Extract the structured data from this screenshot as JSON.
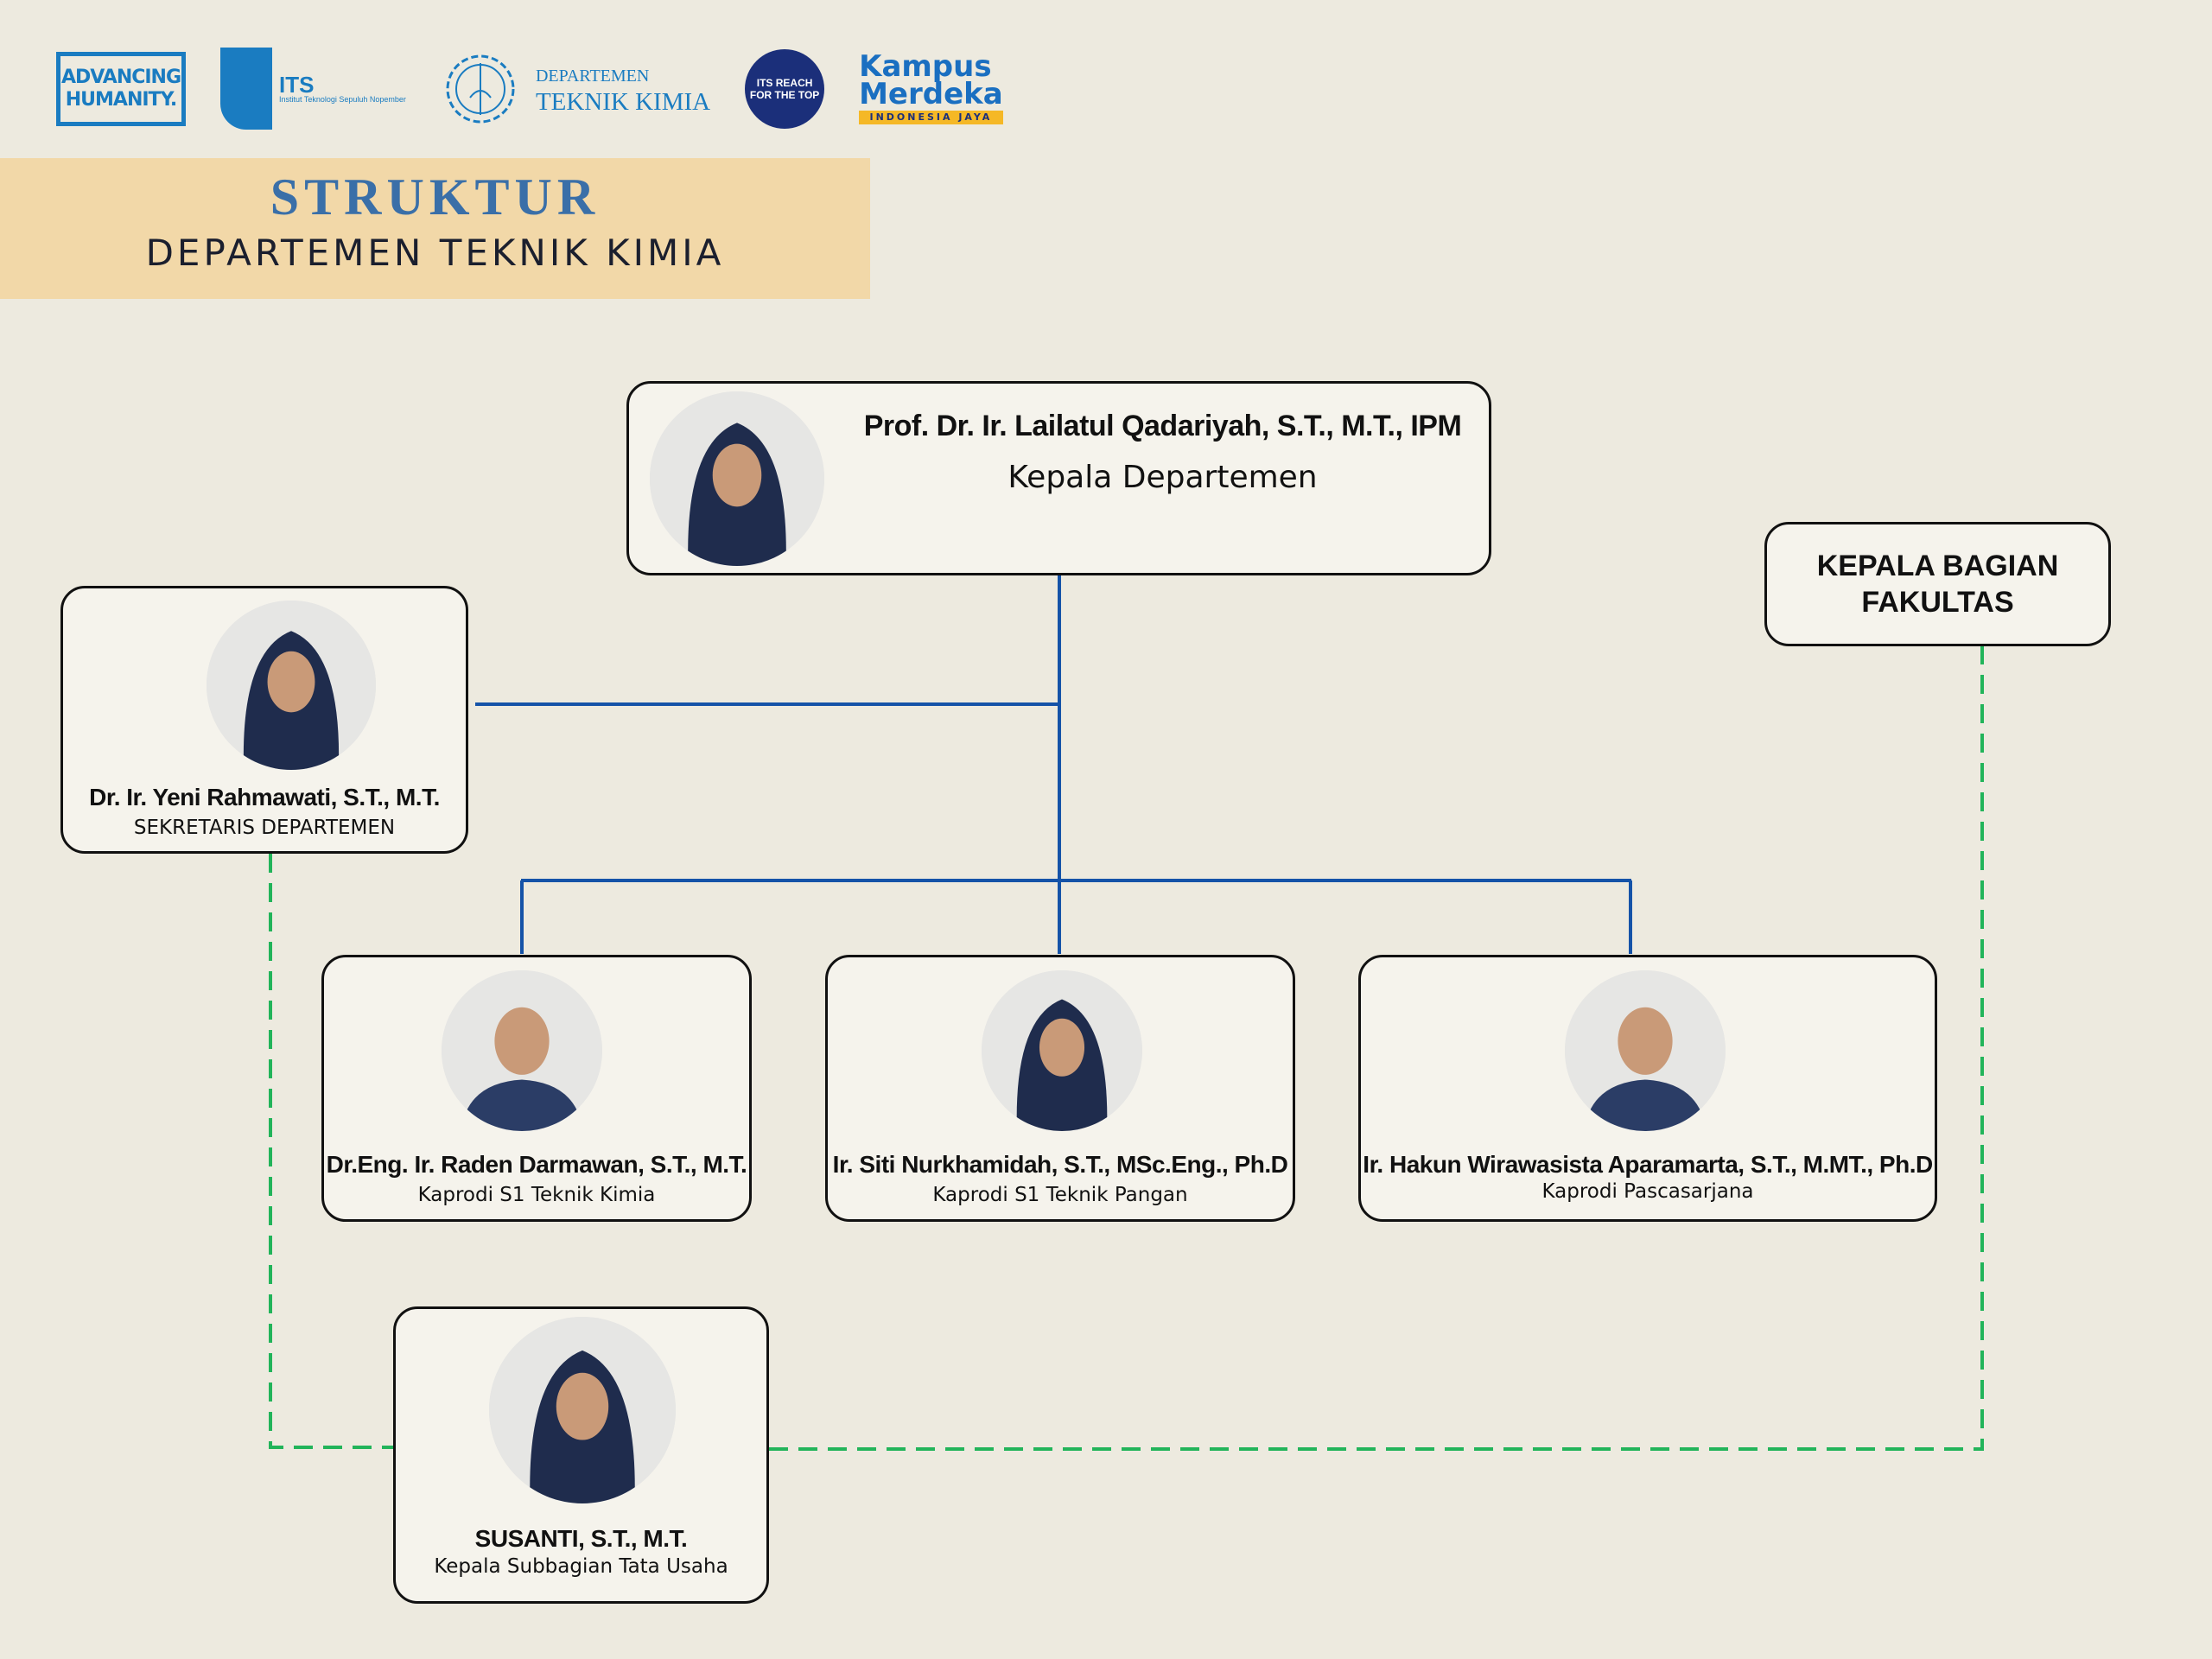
{
  "logos": {
    "advancing": [
      "ADVANCING",
      "HUMANITY."
    ],
    "its": {
      "name": "ITS",
      "sub": "Institut Teknologi Sepuluh Nopember"
    },
    "dept": {
      "line1": "DEPARTEMEN",
      "line2": "TEKNIK KIMIA"
    },
    "reach": "ITS REACH FOR THE TOP",
    "kampus": {
      "line1": "Kampus",
      "line2": "Merdeka",
      "tag": "INDONESIA JAYA"
    }
  },
  "banner": {
    "title": "STRUKTUR",
    "subtitle": "DEPARTEMEN TEKNIK KIMIA"
  },
  "head": {
    "name": "Prof. Dr. Ir. Lailatul Qadariyah, S.T., M.T., IPM",
    "role": "Kepala Departemen"
  },
  "kabag": {
    "line1": "KEPALA BAGIAN",
    "line2": "FAKULTAS"
  },
  "secretary": {
    "name": "Dr. Ir. Yeni Rahmawati, S.T., M.T.",
    "role": "SEKRETARIS DEPARTEMEN"
  },
  "kaprodi": [
    {
      "name": "Dr.Eng. Ir. Raden Darmawan, S.T., M.T.",
      "role": "Kaprodi S1 Teknik Kimia"
    },
    {
      "name": "Ir. Siti Nurkhamidah, S.T., MSc.Eng., Ph.D",
      "role": "Kaprodi S1 Teknik Pangan"
    },
    {
      "name": "Ir. Hakun Wirawasista Aparamarta, S.T., M.MT., Ph.D",
      "role": "Kaprodi Pascasarjana"
    }
  ],
  "tu": {
    "name": "SUSANTI, S.T., M.T.",
    "role": "Kepala Subbagian Tata Usaha"
  },
  "colors": {
    "solid_line": "#1553a8",
    "dashed_line": "#22b45a",
    "banner": "#f2d8a8",
    "title": "#3a6fa8"
  }
}
